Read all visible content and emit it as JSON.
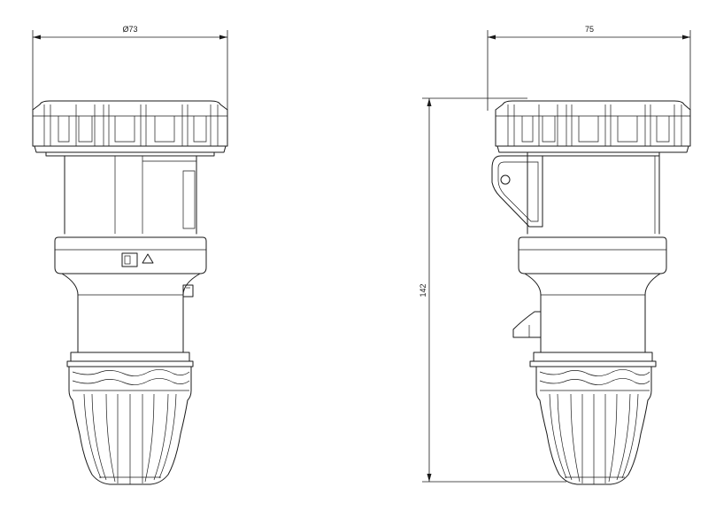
{
  "dimensions": {
    "diameter_label": "Ø73",
    "width_label": "75",
    "height_label": "142"
  },
  "views": {
    "front": "front-view",
    "side": "side-view"
  }
}
